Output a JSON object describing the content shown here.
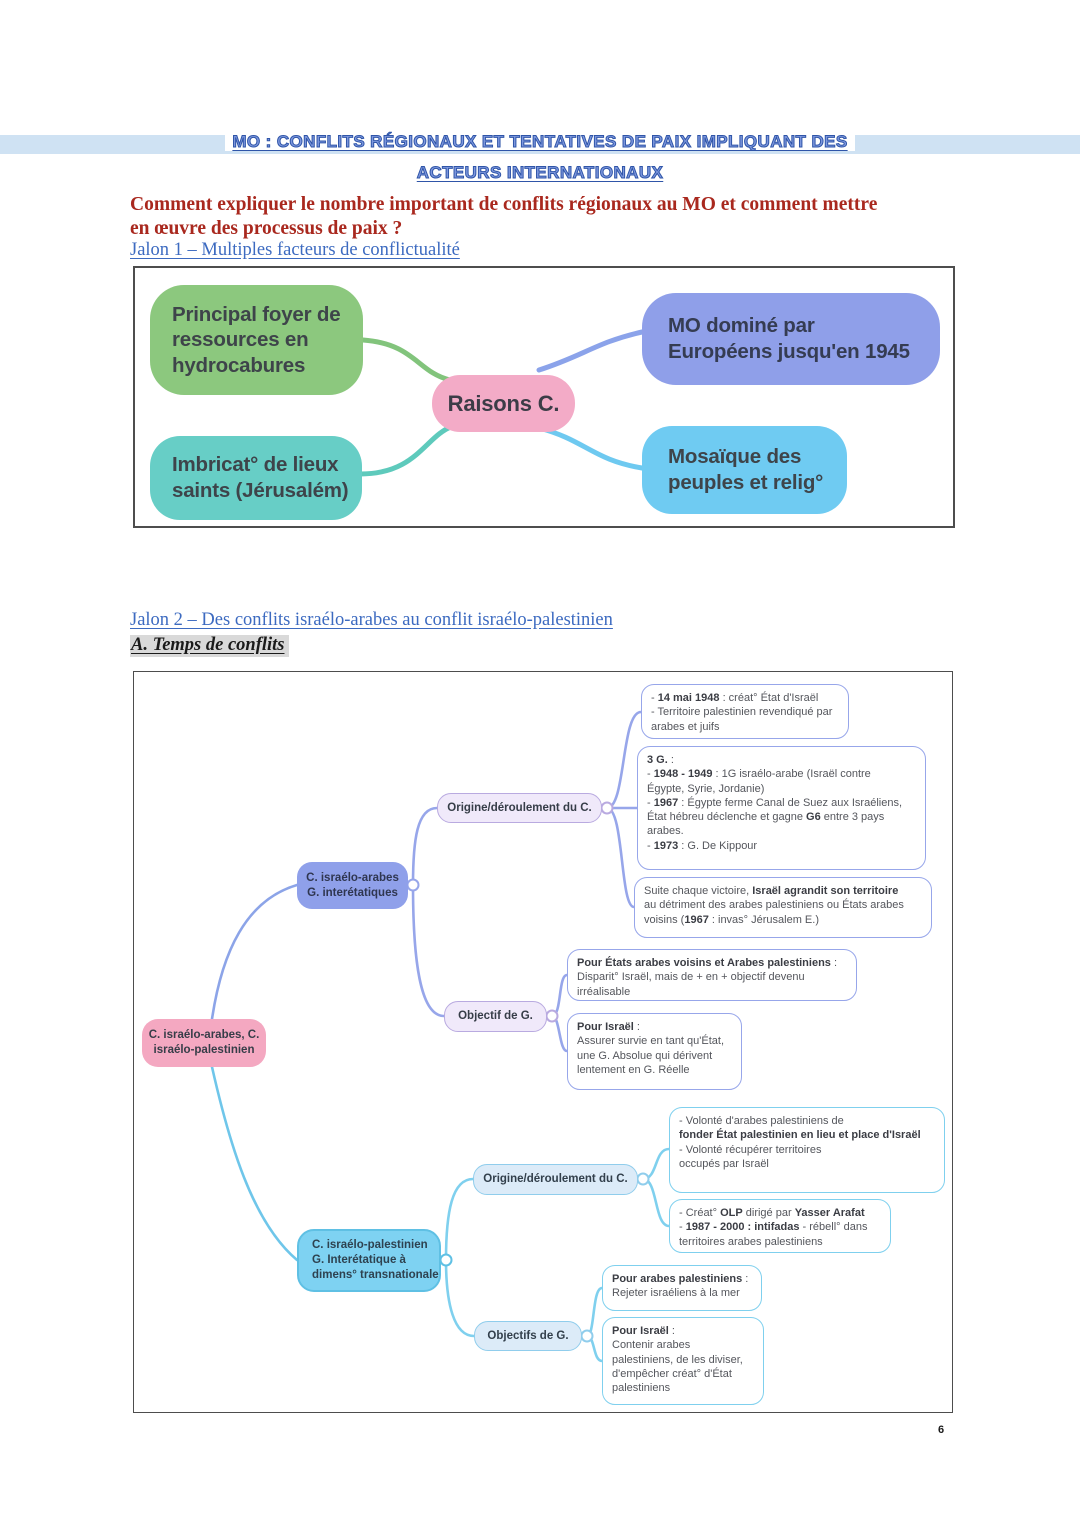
{
  "page": {
    "number": "6"
  },
  "header": {
    "title_line1": "MO : CONFLITS RÉGIONAUX ET TENTATIVES DE PAIX IMPLIQUANT DES",
    "title_line2": "ACTEURS INTERNATIONAUX",
    "question": "Comment expliquer le nombre important de conflits régionaux au MO et comment mettre\nen œuvre des processus de paix ?",
    "jalon1": "Jalon 1 – Multiples facteurs de conflictualité",
    "jalon2": "Jalon 2 – Des conflits israélo-arabes au conflit israélo-palestinien",
    "section_a": "A. Temps de conflits"
  },
  "mindmap1": {
    "center": "Raisons C.",
    "hydrocarbures": "Principal foyer de\nressources en\nhydrocabures",
    "europeens": "MO dominé par\nEuropéens jusqu'en 1945",
    "lieux_saints": "Imbricat° de lieux\nsaints (Jérusalém)",
    "mosaique": "Mosaïque des\npeuples et relig°"
  },
  "mindmap2": {
    "root": "C. israélo-arabes, C.\nisraélo-palestinien",
    "branch1": {
      "label": "C. israélo-arabes\nG. interétatiques",
      "origine_label": "Origine/déroulement du C.",
      "objectif_label": "Objectif de G.",
      "box_1948": "- **14 mai 1948** : créat° État d'Israël\n- Territoire palestinien revendiqué par\narabes et juifs",
      "box_3g": "**3 G.** :\n- **1948 - 1949** : 1G israélo-arabe (Israël contre\nÉgypte, Syrie, Jordanie)\n- **1967** : Égypte ferme Canal de Suez aux Israéliens,\nÉtat hébreu déclenche et gagne **G6** entre 3 pays\narabes.\n- **1973** : G. De Kippour",
      "box_victoire": "Suite chaque victoire, **Israël agrandit son territoire**\nau détriment des arabes palestiniens ou États arabes\nvoisins (**1967** : invas° Jérusalem E.)",
      "box_etats_arabes": "**Pour États arabes voisins et Arabes palestiniens** :\nDisparit° Israël, mais de + en + objectif devenu\nirréalisable",
      "box_israel": "**Pour Israël** :\nAssurer survie en tant qu'État,\nune G. Absolue qui dérivent\nlentement en G. Réelle"
    },
    "branch2": {
      "label": "C. israélo-palestinien\nG. Interétatique à\ndimens° transnationale",
      "origine_label": "Origine/déroulement du C.",
      "objectifs_label": "Objectifs de G.",
      "box_volonte": "- Volonté d'arabes palestiniens de\n**fonder État palestinien en lieu et place d'Israël**\n- Volonté récupérer territoires\noccupés par Israël",
      "box_olp": "- Créat° **OLP** dirigé par **Yasser Arafat**\n- **1987 - 2000 : intifadas** - rébell° dans\nterritoires arabes palestiniens",
      "box_arabes": "**Pour arabes palestiniens** :\nRejeter israéliens à la mer",
      "box_israel": "**Pour Israël** :\nContenir arabes\npalestiniens, de les diviser,\nd'empêcher créat° d'État\npalestiniens"
    }
  },
  "colors": {
    "title_blue": "#2f55a8",
    "question_red": "#a9281e",
    "heading_blue": "#3c6ac0",
    "band_blue": "#cfe2f3",
    "section_highlight_gray": "#d9d9d9",
    "green_node": "#8cc87e",
    "periwinkle_node": "#8f9fe9",
    "pink_node": "#f3abc7",
    "teal_node": "#67cec6",
    "skyblue_node": "#6fcbf2",
    "root_pink": "#f4a8c1",
    "branch1_line": "#97a6ea",
    "lavender_node": "#f0e9fa",
    "branch2_fill": "#7ed2f2",
    "branch2_line": "#7fd0ee",
    "branch2_child_fill": "#dcebf8"
  }
}
